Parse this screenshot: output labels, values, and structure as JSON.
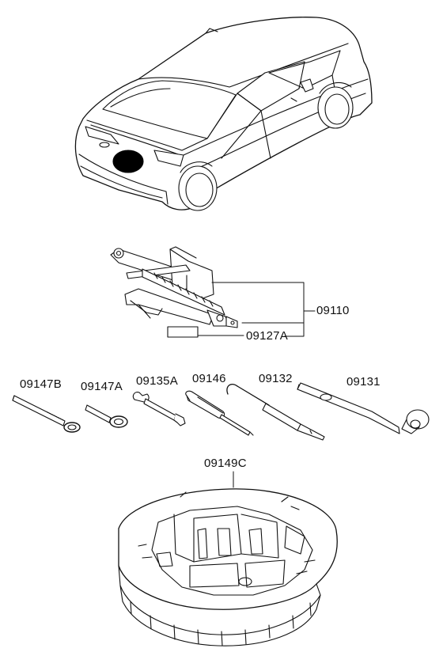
{
  "labels": {
    "jack_assy": "09110",
    "jack_label": "09127A",
    "eye_bolt_b": "09147B",
    "eye_bolt_a": "09147A",
    "spanner": "09135A",
    "screwdriver": "09146",
    "hook_tool": "09132",
    "wheel_wrench": "09131",
    "tray": "09149C"
  }
}
